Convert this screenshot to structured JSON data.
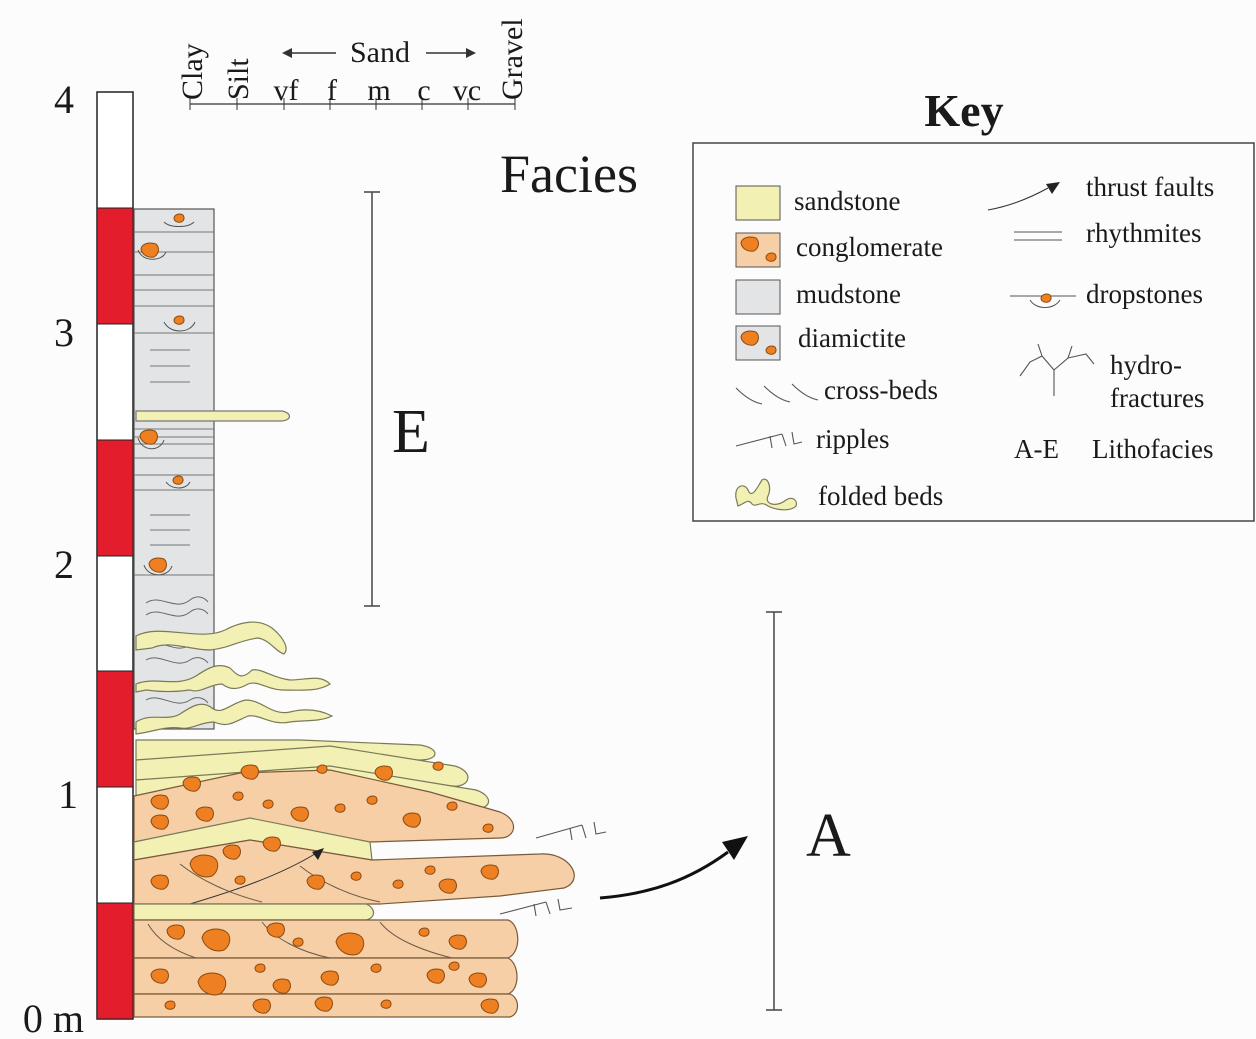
{
  "scale": {
    "ticks": [
      "0 m",
      "1",
      "2",
      "3",
      "4"
    ]
  },
  "grain_size": {
    "columns": [
      "Clay",
      "Silt",
      "vf",
      "f",
      "m",
      "c",
      "vc",
      "Gravel"
    ],
    "sand_label": "Sand"
  },
  "facies": {
    "title": "Facies",
    "labels": [
      "E",
      "A"
    ]
  },
  "key": {
    "title": "Key",
    "items": [
      {
        "icon": "sandstone-swatch",
        "label": "sandstone"
      },
      {
        "icon": "conglomerate-swatch",
        "label": "conglomerate"
      },
      {
        "icon": "mudstone-swatch",
        "label": "mudstone"
      },
      {
        "icon": "diamictite-swatch",
        "label": "diamictite"
      },
      {
        "icon": "cross-beds-symbol",
        "label": "cross-beds"
      },
      {
        "icon": "ripples-symbol",
        "label": "ripples"
      },
      {
        "icon": "folded-beds-symbol",
        "label": "folded beds"
      },
      {
        "icon": "thrust-fault-symbol",
        "label": "thrust faults"
      },
      {
        "icon": "rhythmites-symbol",
        "label": "rhythmites"
      },
      {
        "icon": "dropstone-symbol",
        "label": "dropstones"
      },
      {
        "icon": "hydrofracture-symbol",
        "label_line1": "hydro-",
        "label_line2": "fractures"
      },
      {
        "abbr": "A-E",
        "label": "Lithofacies"
      }
    ]
  },
  "colors": {
    "sandstone": "#f3f0b4",
    "conglomerate": "#f7cfa7",
    "clast": "#ef8022",
    "mudstone": "#e2e4e6",
    "scale_red": "#e41d2c"
  }
}
